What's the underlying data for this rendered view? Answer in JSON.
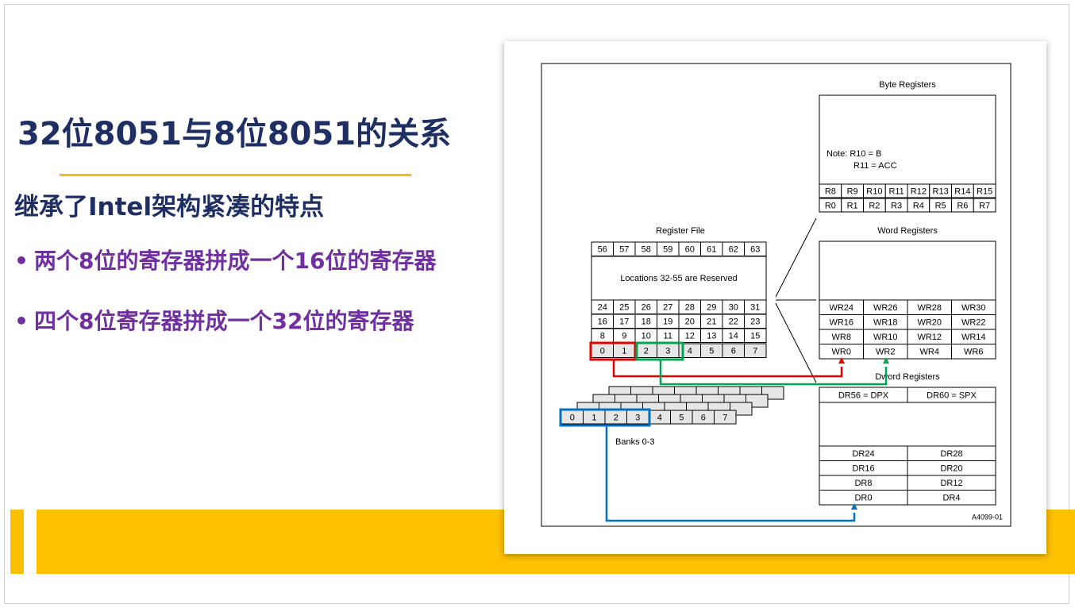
{
  "slide": {
    "title": "32位8051与8位8051的关系",
    "subtitle": "继承了Intel架构紧凑的特点",
    "bullets": [
      "两个8位的寄存器拼成一个16位的寄存器",
      "四个8位寄存器拼成一个32位的寄存器"
    ],
    "bullet_marker": "•"
  },
  "diagram": {
    "register_file": {
      "label": "Register File",
      "row_top": [
        "56",
        "57",
        "58",
        "59",
        "60",
        "61",
        "62",
        "63"
      ],
      "reserved_label": "Locations 32-55 are Reserved",
      "row_24": [
        "24",
        "25",
        "26",
        "27",
        "28",
        "29",
        "30",
        "31"
      ],
      "row_16": [
        "16",
        "17",
        "18",
        "19",
        "20",
        "21",
        "22",
        "23"
      ],
      "row_8": [
        "8",
        "9",
        "10",
        "11",
        "12",
        "13",
        "14",
        "15"
      ],
      "row_0": [
        "0",
        "1",
        "2",
        "3",
        "4",
        "5",
        "6",
        "7"
      ]
    },
    "banks": {
      "cells": [
        "0",
        "1",
        "2",
        "3",
        "4",
        "5",
        "6",
        "7"
      ],
      "label": "Banks 0-3"
    },
    "byte_registers": {
      "label": "Byte Registers",
      "note_line1": "Note: R10 = B",
      "note_line2": "R11 = ACC",
      "row_hi": [
        "R8",
        "R9",
        "R10",
        "R11",
        "R12",
        "R13",
        "R14",
        "R15"
      ],
      "row_lo": [
        "R0",
        "R1",
        "R2",
        "R3",
        "R4",
        "R5",
        "R6",
        "R7"
      ]
    },
    "word_registers": {
      "label": "Word Registers",
      "rows": [
        [
          "WR24",
          "WR26",
          "WR28",
          "WR30"
        ],
        [
          "WR16",
          "WR18",
          "WR20",
          "WR22"
        ],
        [
          "WR8",
          "WR10",
          "WR12",
          "WR14"
        ],
        [
          "WR0",
          "WR2",
          "WR4",
          "WR6"
        ]
      ]
    },
    "dword_registers": {
      "label": "Dword Registers",
      "top": [
        "DR56 = DPX",
        "DR60 = SPX"
      ],
      "rows": [
        [
          "DR24",
          "DR28"
        ],
        [
          "DR16",
          "DR20"
        ],
        [
          "DR8",
          "DR12"
        ],
        [
          "DR0",
          "DR4"
        ]
      ]
    },
    "figure_id": "A4099-01",
    "colors": {
      "red": "#e00000",
      "green": "#00a651",
      "blue": "#0070c0",
      "accent_yellow": "#ffc000",
      "title_navy": "#1f2f63",
      "bullet_purple": "#7030a0"
    }
  }
}
